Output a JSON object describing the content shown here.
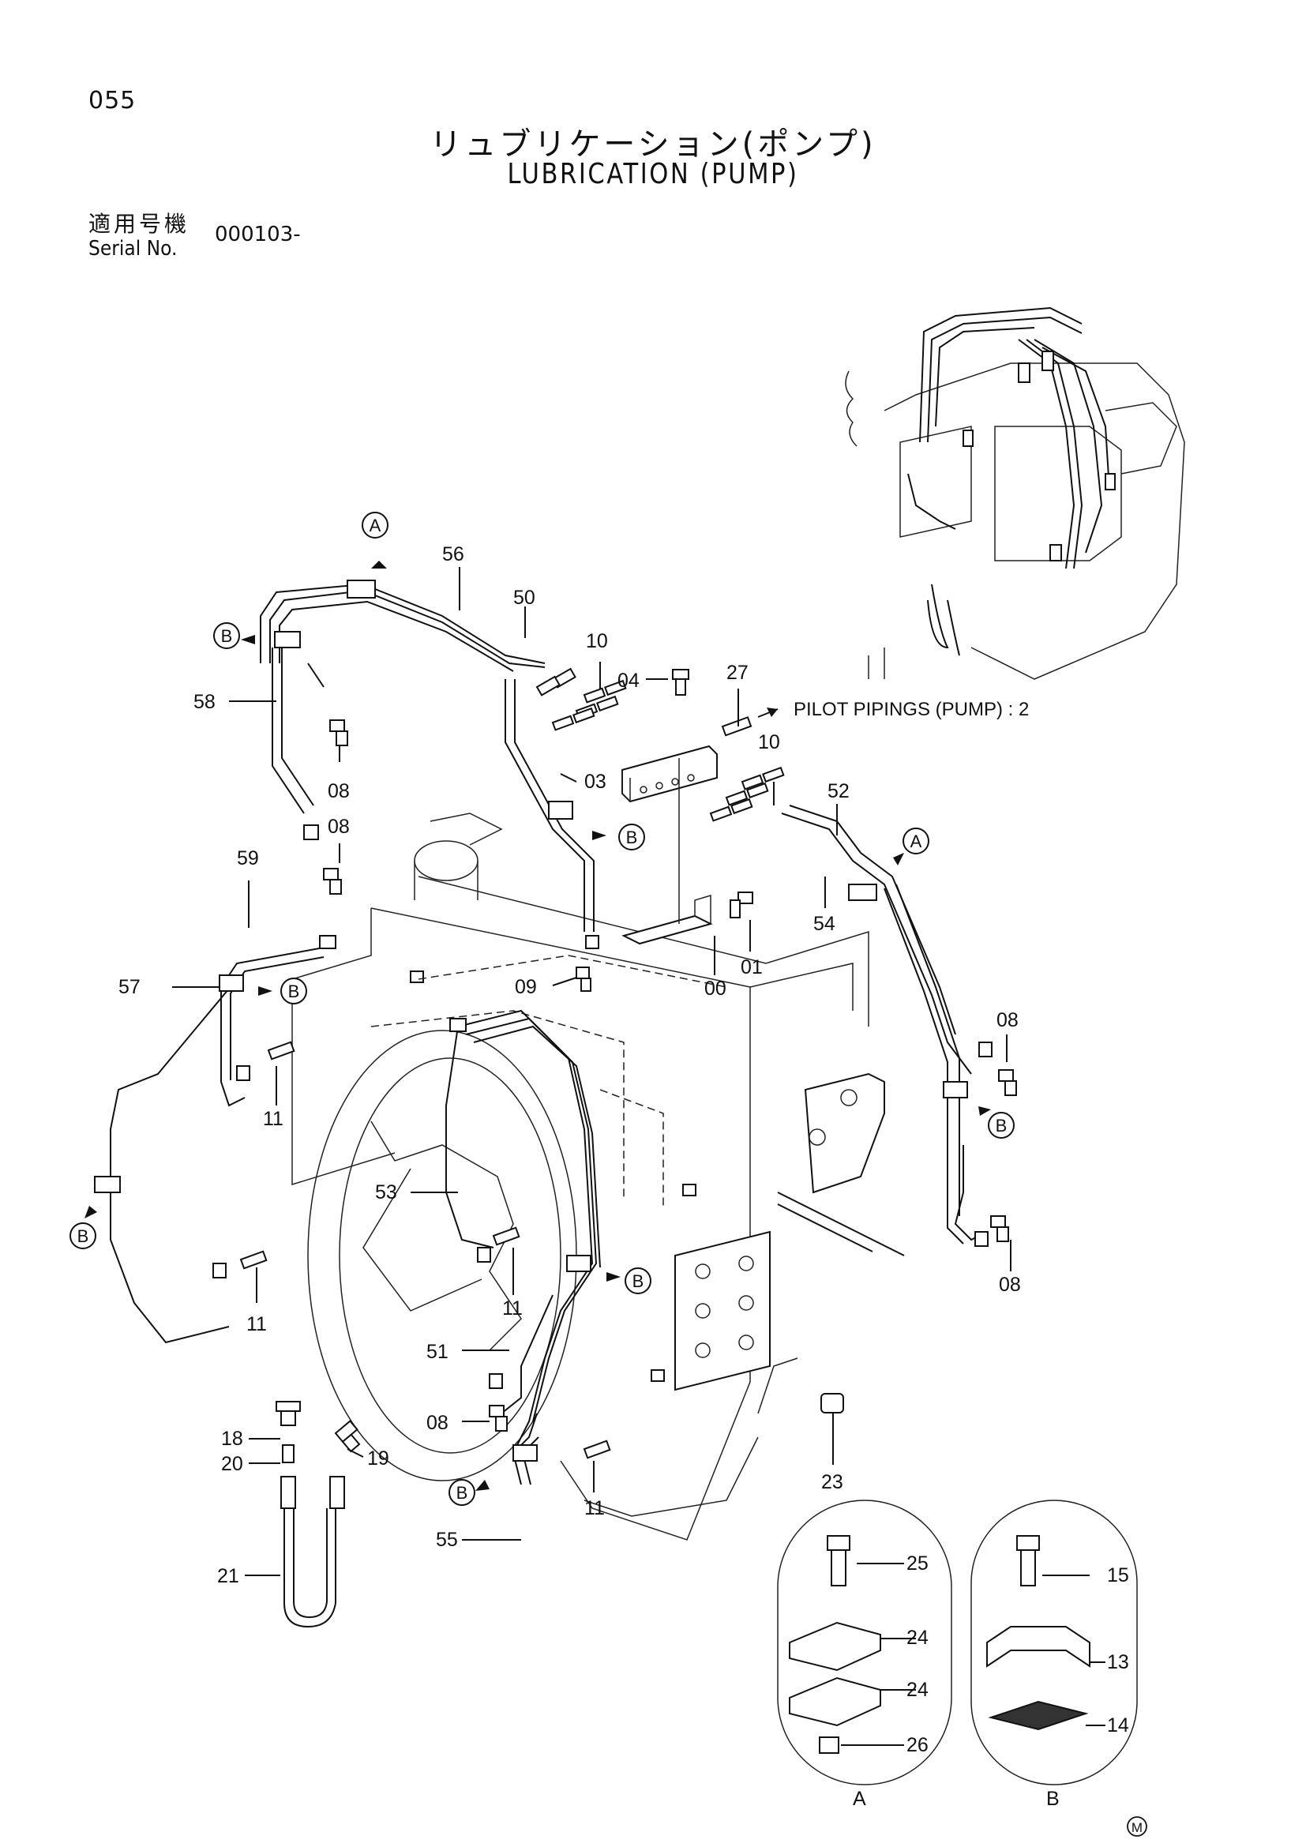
{
  "header": {
    "page_code": "055",
    "title_jp": "リュブリケーション(ポンプ)",
    "title_en": "LUBRICATION (PUMP)",
    "serial_label_jp": "適用号機",
    "serial_label_en": "Serial No.",
    "serial_value": "000103-"
  },
  "arrow_note": "PILOT PIPINGS (PUMP) : 2",
  "callouts": {
    "A": "A",
    "B": "B"
  },
  "part_labels": {
    "p56": "56",
    "p50": "50",
    "p10a": "10",
    "p04": "04",
    "p27": "27",
    "p58": "58",
    "p08a": "08",
    "p08b": "08",
    "p03": "03",
    "p10b": "10",
    "p52": "52",
    "p54": "54",
    "p59": "59",
    "p01": "01",
    "p00": "00",
    "p57": "57",
    "p09": "09",
    "p08c": "08",
    "p11a": "11",
    "p53": "53",
    "p11b": "11",
    "p11c": "11",
    "p08d": "08",
    "p51": "51",
    "p18": "18",
    "p20": "20",
    "p19": "19",
    "p08e": "08",
    "p11d": "11",
    "p23": "23",
    "p21": "21",
    "p55": "55",
    "p25": "25",
    "p24a": "24",
    "p24b": "24",
    "p26": "26",
    "p15": "15",
    "p13": "13",
    "p14": "14"
  },
  "detail_labels": {
    "detail_a": "A",
    "detail_b": "B"
  },
  "mark": "M"
}
